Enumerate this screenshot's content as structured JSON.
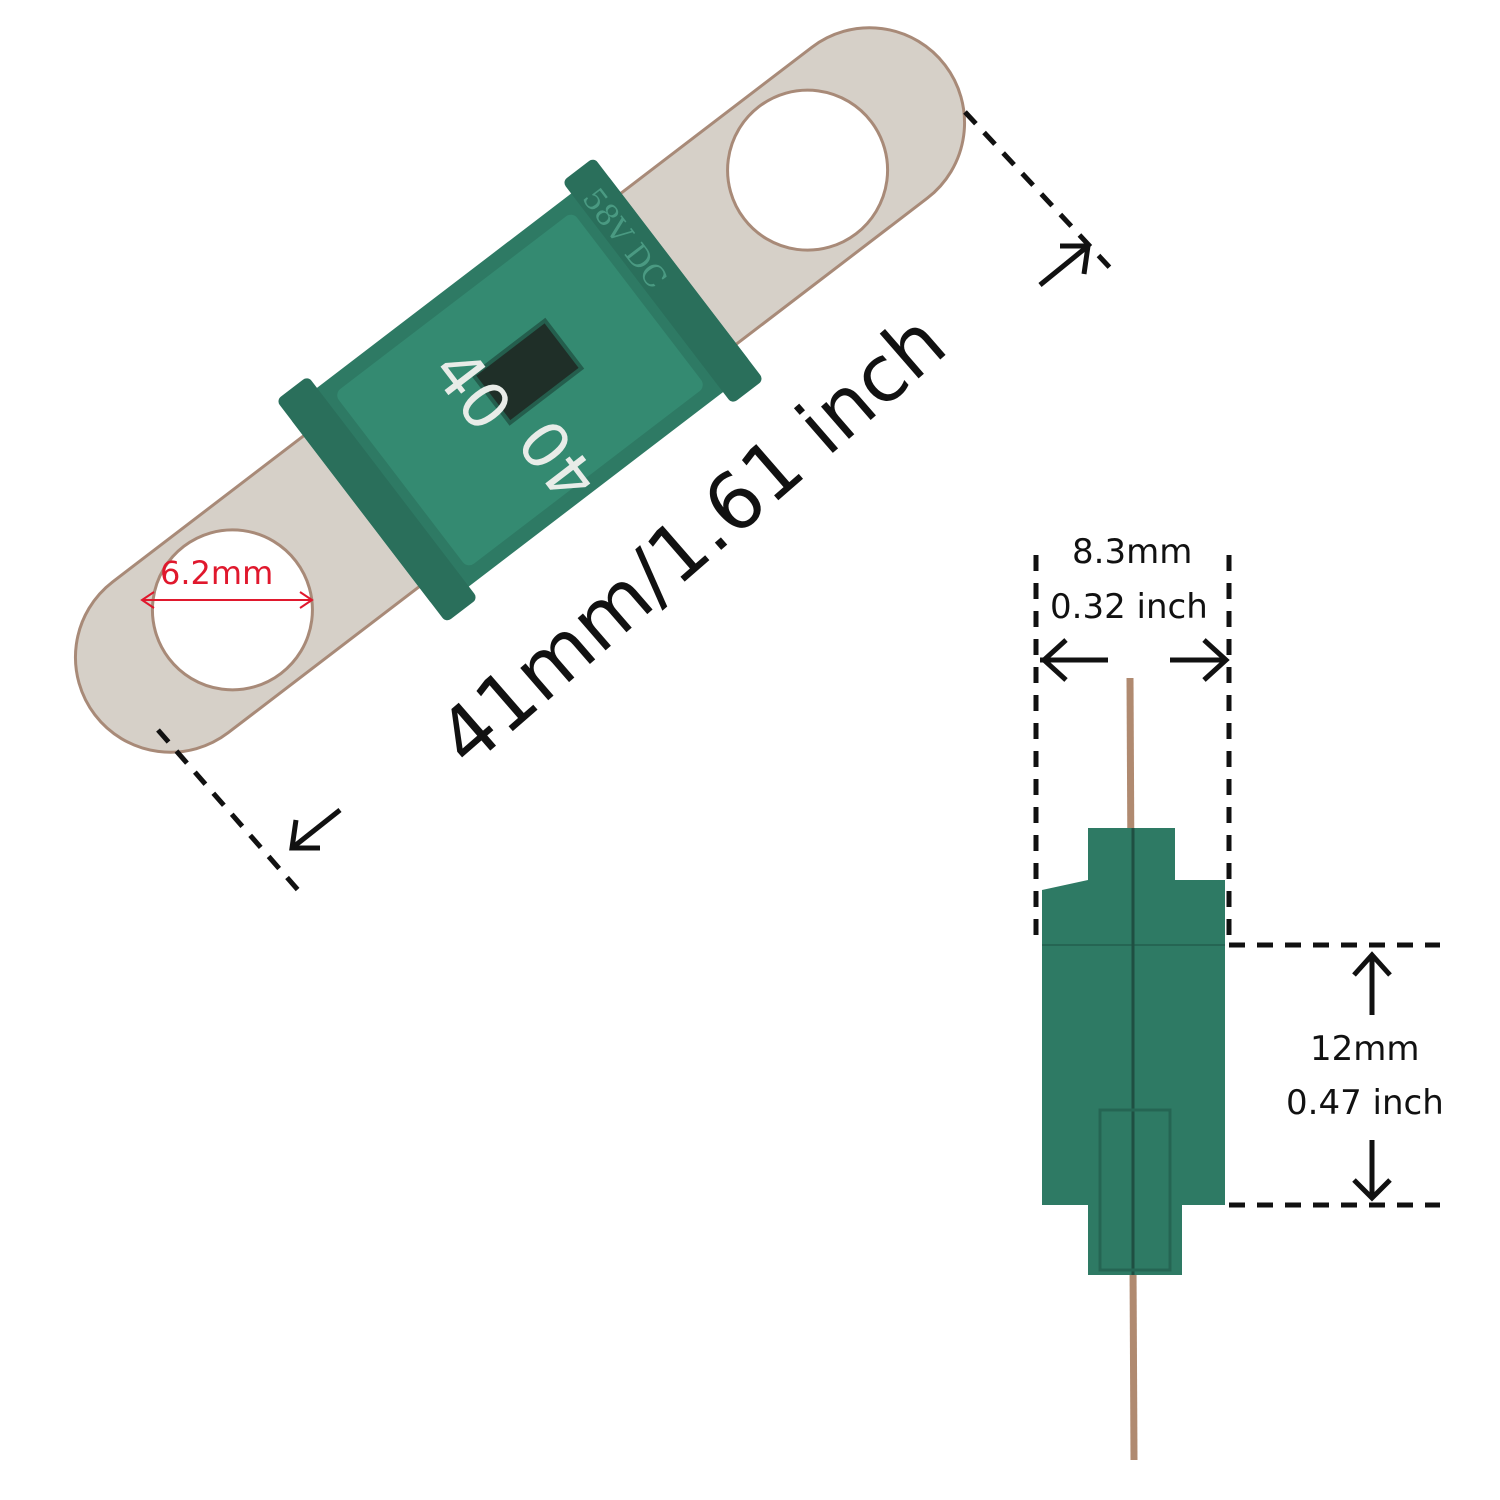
{
  "product": {
    "rating_marking": "40",
    "voltage_marking": "58V DC"
  },
  "dimensions": {
    "length": "41mm/1.61 inch",
    "hole_diameter": "6.2mm",
    "thickness_mm": "8.3mm",
    "thickness_in": "0.32 inch",
    "height_mm": "12mm",
    "height_in": "0.47 inch"
  },
  "colors": {
    "fuse_body": "#2e7a64",
    "terminal": "#d6d0c8",
    "hole_label": "#e0182d",
    "dimension_line": "#111111"
  }
}
